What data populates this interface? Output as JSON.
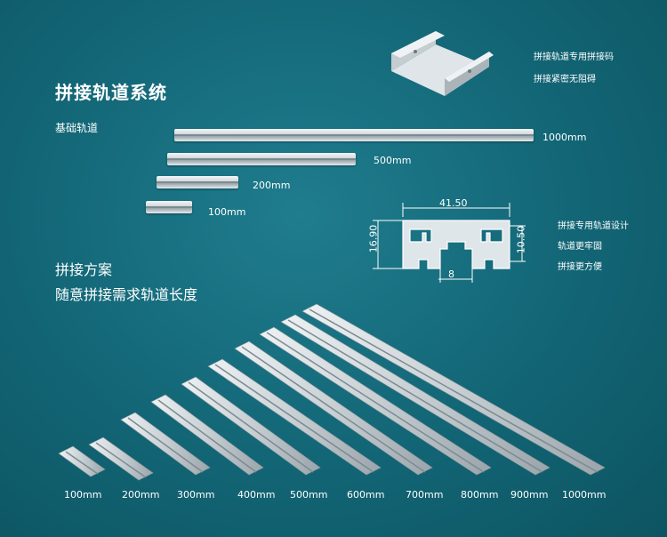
{
  "title": "拼接轨道系统",
  "basic_rail_label": "基础轨道",
  "connector": {
    "line1": "拼接轨道专用拼接码",
    "line2": "拼接紧密无阻碍"
  },
  "rails_top": [
    "1000mm",
    "500mm",
    "200mm",
    "100mm"
  ],
  "section_title": "拼接方案",
  "section_subtitle": "随意拼接需求轨道长度",
  "profile": {
    "dims": {
      "width": "41.50",
      "height": "16.90",
      "inner_height": "10.50",
      "slot": "8"
    },
    "notes": [
      "拼接专用轨道设计",
      "轨道更牢固",
      "拼接更方便"
    ]
  },
  "bottom_labels": [
    "100mm",
    "200mm",
    "300mm",
    "400mm",
    "500mm",
    "600mm",
    "700mm",
    "800mm",
    "900mm",
    "1000mm"
  ]
}
